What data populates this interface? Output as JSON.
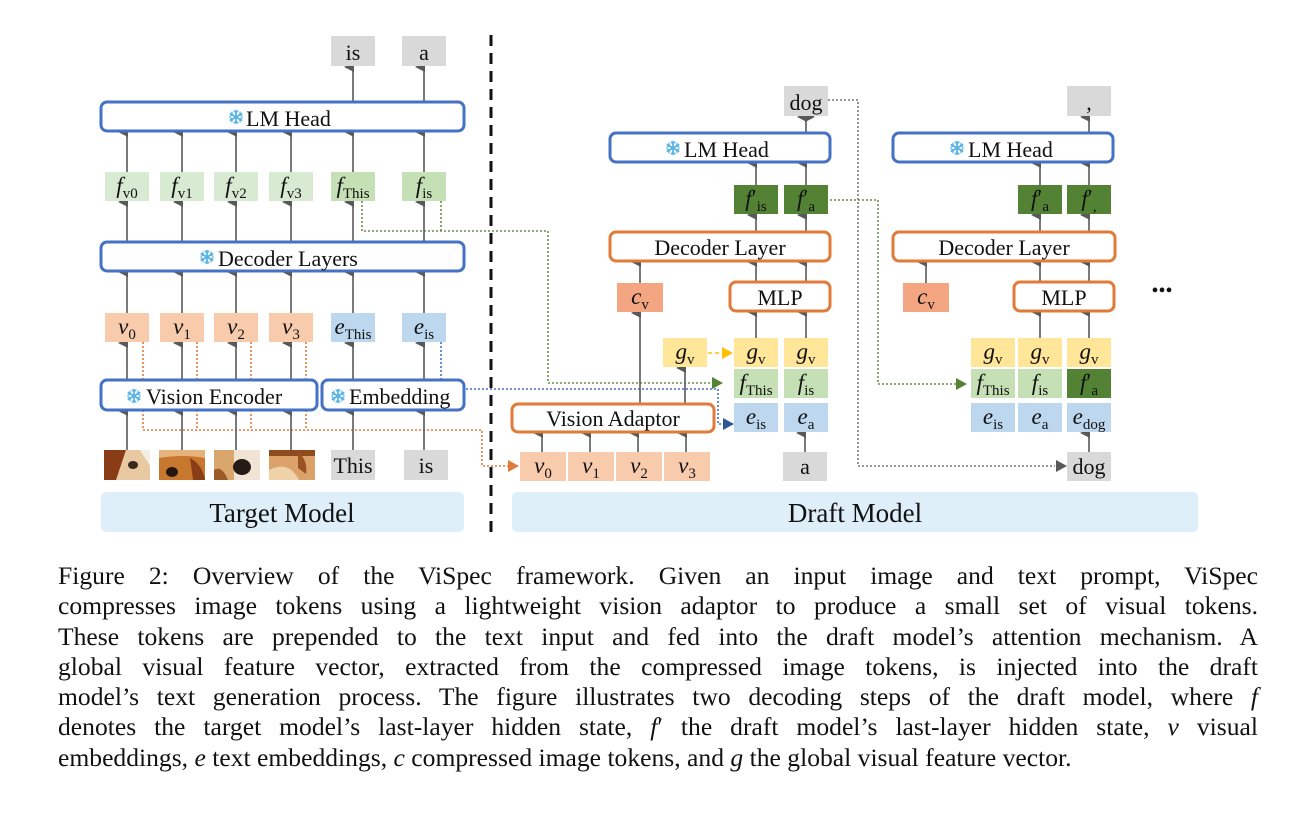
{
  "figure": {
    "target_panel": {
      "title": "Target Model",
      "outputs": [
        "is",
        "a"
      ],
      "lm_head": "LM Head",
      "decoder": "Decoder Layers",
      "vision_encoder": "Vision Encoder",
      "embedding": "Embedding",
      "hidden_states": [
        {
          "base": "f",
          "sub": "v0"
        },
        {
          "base": "f",
          "sub": "v1"
        },
        {
          "base": "f",
          "sub": "v2"
        },
        {
          "base": "f",
          "sub": "v3"
        },
        {
          "base": "f",
          "sub": "This"
        },
        {
          "base": "f",
          "sub": "is"
        }
      ],
      "visual_embeddings": [
        {
          "base": "v",
          "sub": "0"
        },
        {
          "base": "v",
          "sub": "1"
        },
        {
          "base": "v",
          "sub": "2"
        },
        {
          "base": "v",
          "sub": "3"
        }
      ],
      "text_embeddings": [
        {
          "base": "e",
          "sub": "This"
        },
        {
          "base": "e",
          "sub": "is"
        }
      ],
      "input_images": [
        "dog-eye-patch",
        "dog-face-patch",
        "dog-nose-patch",
        "dog-ear-patch"
      ],
      "input_tokens": [
        "This",
        "is"
      ]
    },
    "draft_panel": {
      "title": "Draft Model",
      "step1": {
        "output": "dog",
        "lm_head": "LM Head",
        "decoder": "Decoder Layer",
        "mlp": "MLP",
        "compressed": {
          "base": "c",
          "sub": "v"
        },
        "draft_hidden": [
          {
            "base": "f",
            "prime": "′",
            "sub": "is"
          },
          {
            "base": "f",
            "prime": "′",
            "sub": "a"
          }
        ],
        "global_src": {
          "base": "g",
          "sub": "v"
        },
        "global": [
          {
            "base": "g",
            "sub": "v"
          },
          {
            "base": "g",
            "sub": "v"
          }
        ],
        "features": [
          {
            "base": "f",
            "sub": "This"
          },
          {
            "base": "f",
            "sub": "is"
          }
        ],
        "embeds": [
          {
            "base": "e",
            "sub": "is"
          },
          {
            "base": "e",
            "sub": "a"
          }
        ],
        "input_token": "a",
        "vision_adaptor": "Vision Adaptor",
        "visual_inputs": [
          {
            "base": "v",
            "sub": "0"
          },
          {
            "base": "v",
            "sub": "1"
          },
          {
            "base": "v",
            "sub": "2"
          },
          {
            "base": "v",
            "sub": "3"
          }
        ]
      },
      "step2": {
        "output": ",",
        "lm_head": "LM Head",
        "decoder": "Decoder Layer",
        "mlp": "MLP",
        "compressed": {
          "base": "c",
          "sub": "v"
        },
        "draft_hidden": [
          {
            "base": "f",
            "prime": "′",
            "sub": "a"
          },
          {
            "base": "f",
            "prime": "′",
            "sub": ","
          }
        ],
        "global": [
          {
            "base": "g",
            "sub": "v"
          },
          {
            "base": "g",
            "sub": "v"
          },
          {
            "base": "g",
            "sub": "v"
          }
        ],
        "features": [
          {
            "base": "f",
            "sub": "This"
          },
          {
            "base": "f",
            "sub": "is"
          },
          {
            "base": "f",
            "prime": "′",
            "sub": "a",
            "draft": true
          }
        ],
        "embeds": [
          {
            "base": "e",
            "sub": "is"
          },
          {
            "base": "e",
            "sub": "a"
          },
          {
            "base": "e",
            "sub": "dog"
          }
        ],
        "input_token": "dog",
        "ellipsis": "•••"
      }
    },
    "icons": {
      "frozen": "snowflake-icon"
    },
    "colors": {
      "frozen_blue": "#4472c4",
      "trainable_orange": "#e07b39",
      "visual_token": "#f8cbad",
      "compressed_token": "#f4a582",
      "text_embed": "#bdd7ee",
      "target_hidden": "#d9ead3",
      "target_hidden_text": "#c5e0b4",
      "draft_hidden": "#548235",
      "global_feature": "#ffe699",
      "token_gray": "#d9d9d9",
      "panel_bg": "#deeffa",
      "snowflake": "#5ab4e5",
      "arrow": "#595959"
    }
  },
  "caption": {
    "lines": [
      "Figure 2: Overview of the ViSpec framework. Given an input image and text prompt, ViSpec",
      "compresses image tokens using a lightweight vision adaptor to produce a small set of visual tokens.",
      "These tokens are prepended to the text input and fed into the draft model’s attention mechanism. A",
      "global visual feature vector, extracted from the compressed image tokens, is injected into the draft",
      "model’s text generation process. The figure illustrates two decoding steps of the draft model, where <i>f</i>",
      "denotes the target model’s last-layer hidden state, <i>f</i>′ the draft model’s last-layer hidden state, <i>v</i> visual",
      "embeddings, <i>e</i> text embeddings, <i>c</i> compressed image tokens, and <i>g</i> the global visual feature vector."
    ]
  }
}
